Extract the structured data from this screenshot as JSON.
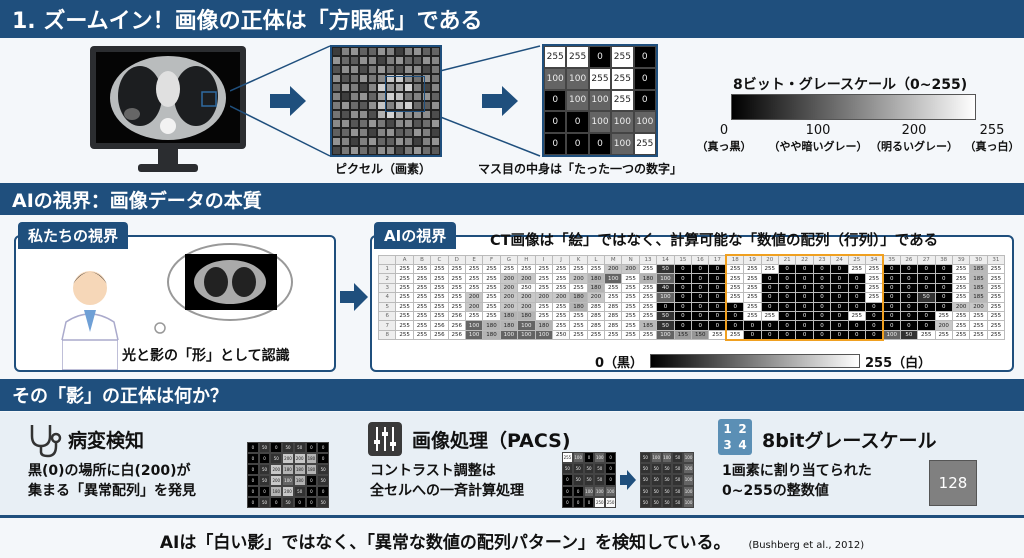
{
  "section1": {
    "title": "1. ズームイン！画像の正体は「方眼紙」である",
    "pixel_caption": "ピクセル（画素）",
    "cell_caption": "マス目の中身は「たった一つの数字」",
    "zoom_grid": [
      [
        255,
        255,
        0,
        255,
        0
      ],
      [
        100,
        100,
        255,
        255,
        0
      ],
      [
        0,
        100,
        100,
        255,
        0
      ],
      [
        0,
        0,
        100,
        100,
        100
      ],
      [
        0,
        0,
        0,
        100,
        255
      ]
    ],
    "scale": {
      "title": "8ビット・グレースケール（0~255)",
      "ticks": [
        {
          "value": "0",
          "label": "（真っ黒）"
        },
        {
          "value": "100",
          "label": "（やや暗いグレー）"
        },
        {
          "value": "200",
          "label": "（明るいグレー）"
        },
        {
          "value": "255",
          "label": "（真っ白）"
        }
      ]
    }
  },
  "section2": {
    "title": "AIの視界：画像データの本質",
    "human": {
      "tab": "私たちの視界",
      "caption": "光と影の「形」として認識"
    },
    "ai": {
      "tab": "AIの視界",
      "headline": "CT画像は「絵」ではなく、計算可能な「数値の配列（行列）」である",
      "columns": [
        "A",
        "B",
        "C",
        "D",
        "E",
        "F",
        "G",
        "H",
        "I",
        "J",
        "K",
        "L",
        "M",
        "N",
        "13",
        "14",
        "15",
        "16",
        "17",
        "18",
        "19",
        "20",
        "21",
        "22",
        "23",
        "24",
        "25",
        "34",
        "35",
        "26",
        "27",
        "38",
        "39",
        "30",
        "31"
      ],
      "highlight_columns": [
        "18",
        "34"
      ],
      "rows": [
        [
          255,
          255,
          255,
          255,
          255,
          255,
          255,
          255,
          255,
          255,
          255,
          255,
          200,
          200,
          255,
          50,
          0,
          0,
          0,
          255,
          255,
          255,
          0,
          0,
          0,
          0,
          255,
          255,
          0,
          0,
          0,
          0,
          255,
          185,
          255
        ],
        [
          255,
          255,
          255,
          255,
          255,
          255,
          200,
          200,
          255,
          255,
          200,
          180,
          100,
          255,
          180,
          100,
          0,
          0,
          0,
          255,
          255,
          0,
          0,
          0,
          0,
          0,
          0,
          255,
          0,
          0,
          0,
          0,
          255,
          185,
          255
        ],
        [
          255,
          255,
          255,
          255,
          255,
          255,
          200,
          250,
          255,
          255,
          255,
          180,
          255,
          255,
          255,
          40,
          0,
          0,
          0,
          255,
          255,
          0,
          0,
          0,
          0,
          0,
          0,
          255,
          0,
          0,
          0,
          0,
          255,
          185,
          255
        ],
        [
          255,
          255,
          255,
          255,
          200,
          255,
          200,
          200,
          200,
          200,
          180,
          200,
          255,
          255,
          255,
          100,
          0,
          0,
          0,
          255,
          255,
          0,
          0,
          0,
          0,
          0,
          0,
          255,
          0,
          0,
          50,
          0,
          255,
          185,
          255
        ],
        [
          255,
          255,
          255,
          255,
          200,
          255,
          200,
          200,
          255,
          255,
          180,
          285,
          285,
          255,
          255,
          0,
          0,
          0,
          0,
          0,
          255,
          0,
          0,
          0,
          0,
          0,
          0,
          0,
          0,
          0,
          0,
          0,
          200,
          200,
          255
        ],
        [
          255,
          255,
          255,
          256,
          255,
          255,
          180,
          180,
          255,
          255,
          255,
          285,
          285,
          255,
          255,
          50,
          0,
          0,
          0,
          0,
          255,
          255,
          0,
          0,
          0,
          0,
          255,
          0,
          0,
          0,
          0,
          255,
          255,
          255,
          255
        ],
        [
          255,
          255,
          256,
          256,
          100,
          180,
          180,
          100,
          180,
          255,
          255,
          285,
          285,
          255,
          185,
          50,
          0,
          0,
          0,
          0,
          0,
          0,
          0,
          0,
          0,
          0,
          0,
          0,
          0,
          0,
          0,
          200,
          255,
          255,
          255
        ],
        [
          255,
          255,
          256,
          256,
          100,
          180,
          100,
          100,
          100,
          250,
          255,
          255,
          255,
          255,
          255,
          100,
          155,
          150,
          255,
          255,
          0,
          0,
          0,
          0,
          0,
          0,
          0,
          0,
          100,
          50,
          255,
          255,
          255,
          255,
          255
        ]
      ],
      "scale_min": "0（黒）",
      "scale_max": "255（白）"
    }
  },
  "section3": {
    "title": "その「影」の正体は何か？",
    "items": [
      {
        "title": "病変検知",
        "text1": "黒(0)の場所に白(200)が",
        "text2": "集まる「異常配列」を発見",
        "grid": [
          [
            0,
            50,
            0,
            50,
            50,
            0,
            0
          ],
          [
            0,
            0,
            50,
            200,
            200,
            180,
            0
          ],
          [
            0,
            50,
            200,
            180,
            180,
            180,
            50
          ],
          [
            0,
            50,
            200,
            100,
            180,
            0,
            50
          ],
          [
            0,
            0,
            180,
            200,
            50,
            0,
            0
          ],
          [
            0,
            50,
            0,
            50,
            0,
            0,
            50
          ]
        ]
      },
      {
        "title": "画像処理（PACS)",
        "text1": "コントラスト調整は",
        "text2": "全セルへの一斉計算処理",
        "grid_before": [
          [
            255,
            100,
            0,
            100,
            0
          ],
          [
            50,
            50,
            50,
            50,
            0
          ],
          [
            0,
            50,
            50,
            50,
            0
          ],
          [
            0,
            0,
            100,
            100,
            100
          ],
          [
            0,
            0,
            0,
            250,
            250
          ]
        ],
        "grid_after": [
          [
            50,
            100,
            100,
            50,
            100
          ],
          [
            50,
            50,
            50,
            50,
            100
          ],
          [
            50,
            50,
            50,
            50,
            100
          ],
          [
            50,
            50,
            50,
            50,
            100
          ],
          [
            50,
            50,
            50,
            50,
            100
          ]
        ]
      },
      {
        "title": "8bitグレースケール",
        "text1": "1画素に割り当てられた",
        "text2": "0~255の整数値",
        "icon_digits": [
          "1",
          "2",
          "3",
          "4"
        ],
        "sample_value": "128"
      }
    ]
  },
  "footer": {
    "message": "AIは「白い影」ではなく、「異常な数値の配列パターン」を検知している。",
    "citation": "(Bushberg et al., 2012)"
  },
  "colors": {
    "primary": "#1f4f7d",
    "highlight": "#f0a020",
    "panel_bg": "#e8eff5"
  }
}
